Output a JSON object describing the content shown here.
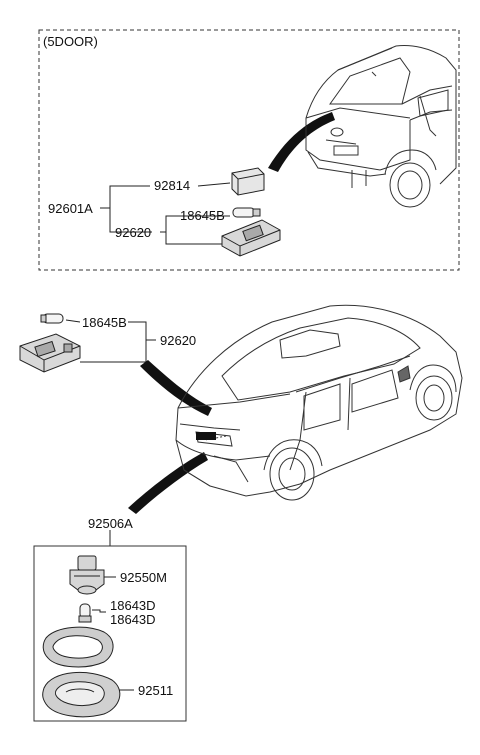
{
  "sections": {
    "five_door": {
      "title": "(5DOOR)",
      "parts": {
        "assembly": "92601A",
        "lens_cover": "92814",
        "lamp_housing": "92620",
        "bulb": "18645B"
      }
    },
    "sedan": {
      "parts": {
        "bulb": "18645B",
        "lamp_housing": "92620"
      }
    },
    "lamp_assembly": {
      "assembly": "92506A",
      "parts": {
        "socket": "92550M",
        "bulb_1": "18643D",
        "bulb_2": "18643D",
        "lens": "92511"
      }
    }
  }
}
